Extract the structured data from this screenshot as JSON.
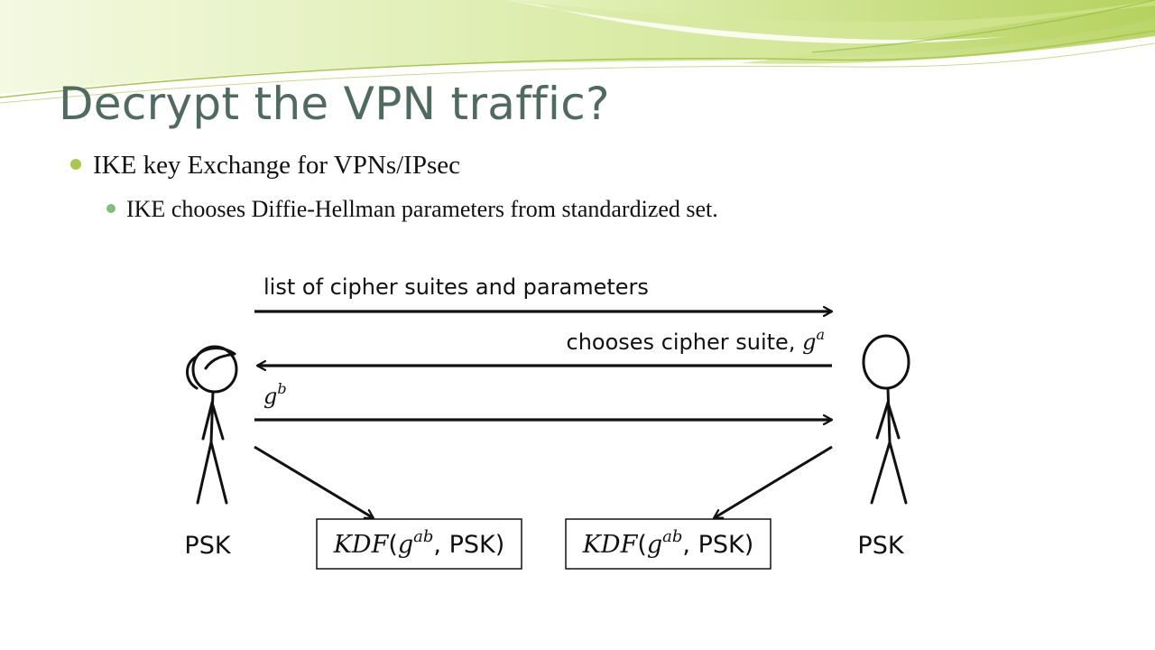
{
  "slide": {
    "title": "Decrypt the VPN traffic?",
    "bullets": [
      "IKE key Exchange for VPNs/IPsec",
      "IKE chooses Diffie-Hellman parameters from standardized set."
    ]
  },
  "diagram": {
    "messages": {
      "m1": "list of cipher suites and parameters",
      "m2_text": "chooses cipher suite, ",
      "m2_base": "g",
      "m2_exp": "a",
      "m3_base": "g",
      "m3_exp": "b"
    },
    "left_party": {
      "label": "PSK"
    },
    "right_party": {
      "label": "PSK"
    },
    "kdf_boxes": [
      {
        "fn": "KDF",
        "open": "(",
        "base": "g",
        "exp": "ab",
        "arg": ", PSK)"
      },
      {
        "fn": "KDF",
        "open": "(",
        "base": "g",
        "exp": "ab",
        "arg": ", PSK)"
      }
    ]
  },
  "colors": {
    "title": "#4f6b5f",
    "bullet_level1": "#a9c94d",
    "bullet_level2": "#7dc07a",
    "banner_light": "#eaf3c6",
    "banner_mid": "#cfe38a",
    "banner_dark": "#a7c94a",
    "ink": "#111111"
  }
}
